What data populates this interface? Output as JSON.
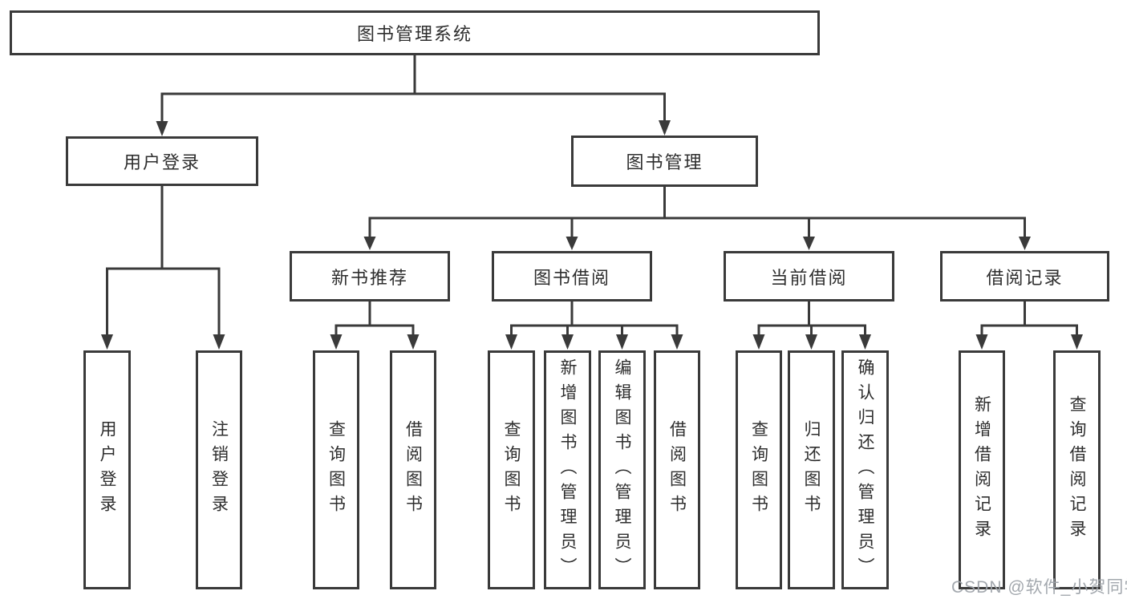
{
  "diagram": {
    "root": {
      "label": "图书管理系统"
    },
    "branches": [
      {
        "label": "用户登录",
        "leaves": [
          {
            "label": "用户登录"
          },
          {
            "label": "注销登录"
          }
        ]
      },
      {
        "label": "图书管理",
        "groups": [
          {
            "label": "新书推荐",
            "leaves": [
              {
                "label": "查询图书"
              },
              {
                "label": "借阅图书"
              }
            ]
          },
          {
            "label": "图书借阅",
            "leaves": [
              {
                "label": "查询图书"
              },
              {
                "label": "新增图书（管理员）"
              },
              {
                "label": "编辑图书（管理员）"
              },
              {
                "label": "借阅图书"
              }
            ]
          },
          {
            "label": "当前借阅",
            "leaves": [
              {
                "label": "查询图书"
              },
              {
                "label": "归还图书"
              },
              {
                "label": "确认归还（管理员）"
              }
            ]
          },
          {
            "label": "借阅记录",
            "leaves": [
              {
                "label": "新增借阅记录"
              },
              {
                "label": "查询借阅记录"
              }
            ]
          }
        ]
      }
    ]
  },
  "watermark": {
    "text": "CSDN @软件_小贺同学"
  },
  "colors": {
    "line": "#3a3a3a",
    "text": "#2e2e2e",
    "box_background": "#ffffff",
    "page_background": "#ffffff",
    "watermark": "#9ea3aa"
  }
}
